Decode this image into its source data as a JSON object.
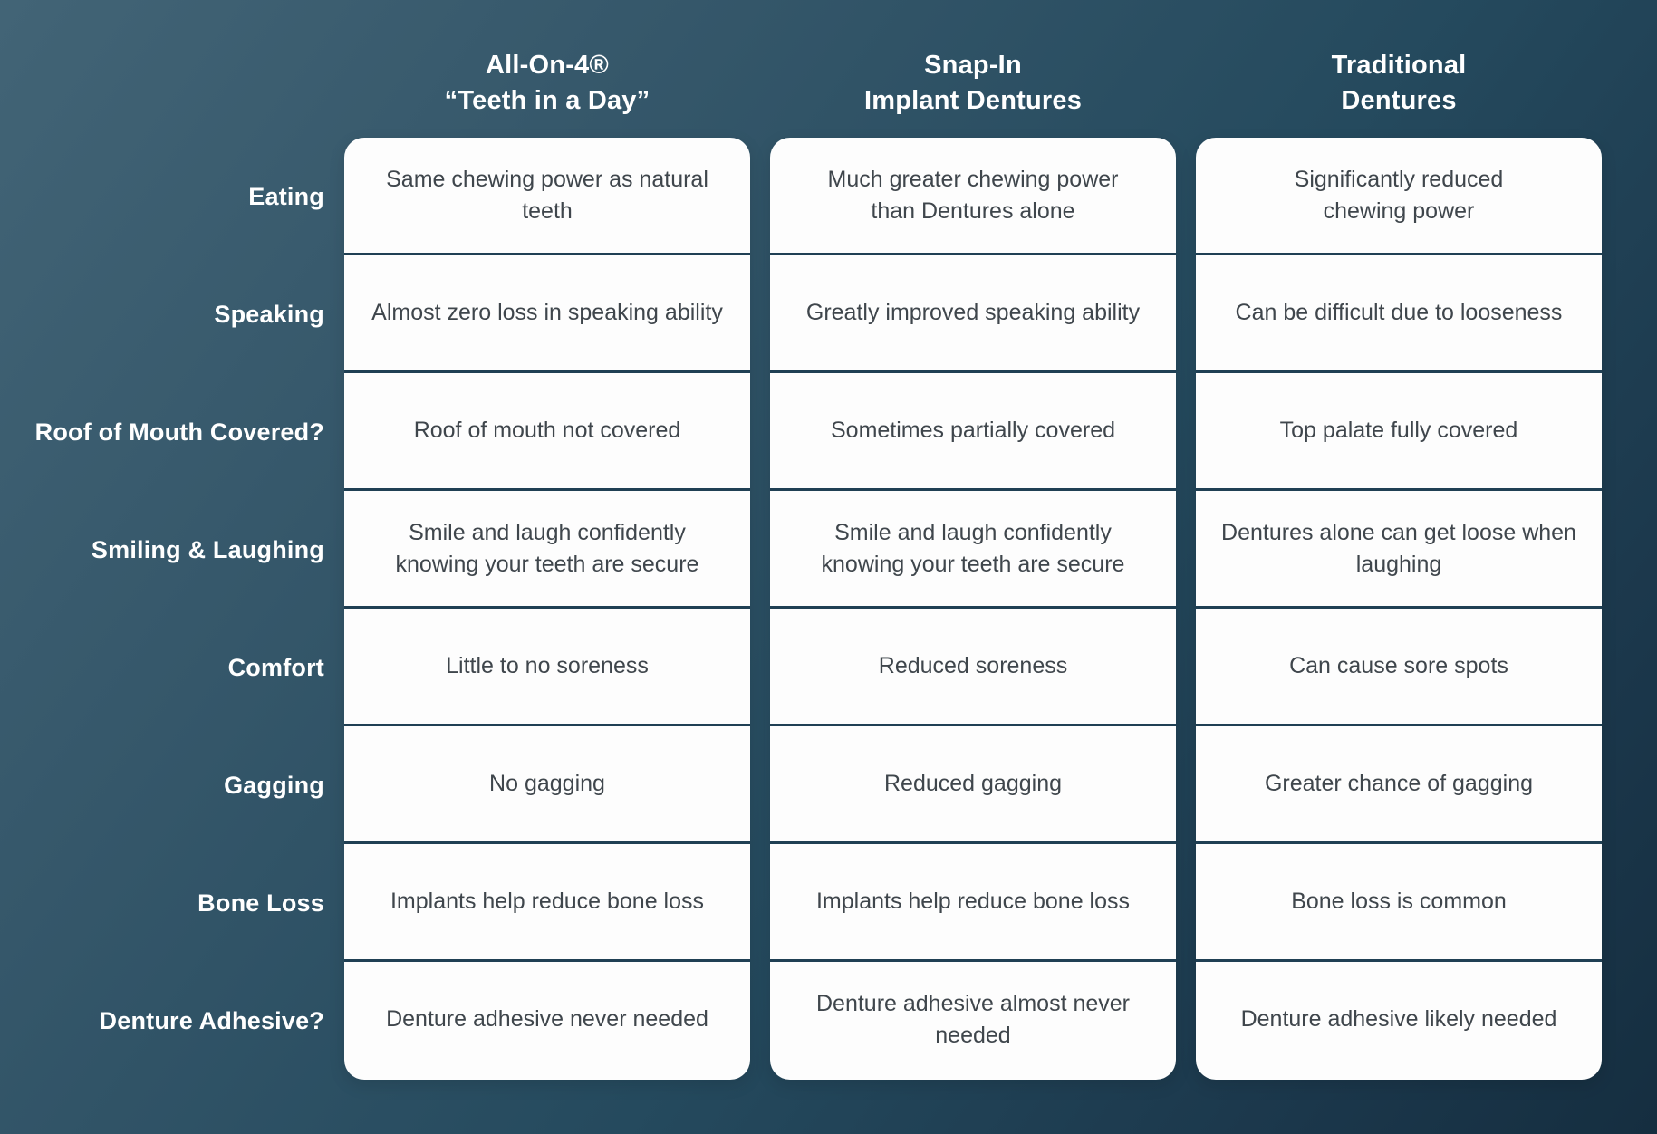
{
  "colors": {
    "background_top_left": "#426476",
    "background_bottom_right": "#152e40",
    "card_background": "#fdfdfd",
    "divider": "#204054",
    "cell_text": "#3f464c",
    "label_text": "#ffffff"
  },
  "table": {
    "columns": [
      {
        "title_line1": "All-On-4®",
        "title_line2": "“Teeth in a Day”"
      },
      {
        "title_line1": "Snap-In",
        "title_line2": "Implant Dentures"
      },
      {
        "title_line1": "Traditional",
        "title_line2": "Dentures"
      }
    ],
    "rows": [
      {
        "label": "Eating",
        "cells": [
          "Same chewing power as natural\nteeth",
          "Much greater chewing power\nthan Dentures alone",
          "Significantly reduced\nchewing power"
        ]
      },
      {
        "label": "Speaking",
        "cells": [
          "Almost zero loss in speaking ability",
          "Greatly improved speaking ability",
          "Can be difficult due to looseness"
        ]
      },
      {
        "label": "Roof of Mouth Covered?",
        "cells": [
          "Roof of mouth not covered",
          "Sometimes partially covered",
          "Top palate fully covered"
        ]
      },
      {
        "label": "Smiling & Laughing",
        "cells": [
          "Smile and laugh confidently\nknowing your teeth are secure",
          "Smile and laugh confidently\nknowing your teeth are secure",
          "Dentures alone can get loose when\nlaughing"
        ]
      },
      {
        "label": "Comfort",
        "cells": [
          "Little to no soreness",
          "Reduced soreness",
          "Can cause sore spots"
        ]
      },
      {
        "label": "Gagging",
        "cells": [
          "No gagging",
          "Reduced gagging",
          "Greater chance of gagging"
        ]
      },
      {
        "label": "Bone Loss",
        "cells": [
          "Implants help reduce bone loss",
          "Implants help reduce bone loss",
          "Bone loss is common"
        ]
      },
      {
        "label": "Denture Adhesive?",
        "cells": [
          "Denture adhesive never needed",
          "Denture adhesive almost never\nneeded",
          "Denture adhesive likely needed"
        ]
      }
    ]
  },
  "chart_data": {
    "type": "table",
    "title": "",
    "columns": [
      "All-On-4® “Teeth in a Day”",
      "Snap-In Implant Dentures",
      "Traditional Dentures"
    ],
    "rows": [
      {
        "label": "Eating",
        "values": [
          "Same chewing power as natural teeth",
          "Much greater chewing power than Dentures alone",
          "Significantly reduced chewing power"
        ]
      },
      {
        "label": "Speaking",
        "values": [
          "Almost zero loss in speaking ability",
          "Greatly improved speaking ability",
          "Can be difficult due to looseness"
        ]
      },
      {
        "label": "Roof of Mouth Covered?",
        "values": [
          "Roof of mouth not covered",
          "Sometimes partially covered",
          "Top palate fully covered"
        ]
      },
      {
        "label": "Smiling & Laughing",
        "values": [
          "Smile and laugh confidently knowing your teeth are secure",
          "Smile and laugh confidently knowing your teeth are secure",
          "Dentures alone can get loose when laughing"
        ]
      },
      {
        "label": "Comfort",
        "values": [
          "Little to no soreness",
          "Reduced soreness",
          "Can cause sore spots"
        ]
      },
      {
        "label": "Gagging",
        "values": [
          "No gagging",
          "Reduced gagging",
          "Greater chance of gagging"
        ]
      },
      {
        "label": "Bone Loss",
        "values": [
          "Implants help reduce bone loss",
          "Implants help reduce bone loss",
          "Bone loss is common"
        ]
      },
      {
        "label": "Denture Adhesive?",
        "values": [
          "Denture adhesive never needed",
          "Denture adhesive almost never needed",
          "Denture adhesive likely needed"
        ]
      }
    ]
  }
}
